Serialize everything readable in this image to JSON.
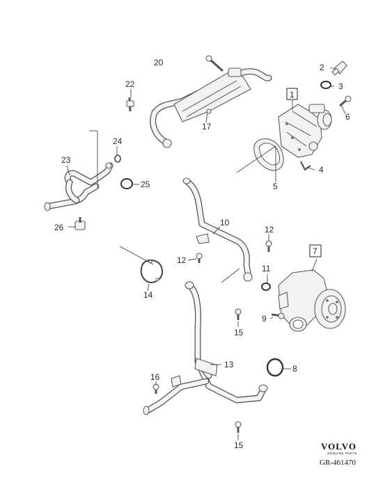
{
  "diagram": {
    "callouts": {
      "c1": "1",
      "c2": "2",
      "c3": "3",
      "c4": "4",
      "c5": "5",
      "c6": "6",
      "c7": "7",
      "c8": "8",
      "c9": "9",
      "c10": "10",
      "c11": "11",
      "c12a": "12",
      "c12b": "12",
      "c13": "13",
      "c14": "14",
      "c15a": "15",
      "c15b": "15",
      "c16": "16",
      "c17": "17",
      "c20": "20",
      "c22": "22",
      "c23": "23",
      "c24": "24",
      "c25": "25",
      "c26": "26"
    },
    "brand": {
      "logo_text": "VOLVO",
      "logo_subtext": "GENUINE PARTS",
      "reference": "GR-461470"
    },
    "highlight_color": "#c8a000"
  }
}
